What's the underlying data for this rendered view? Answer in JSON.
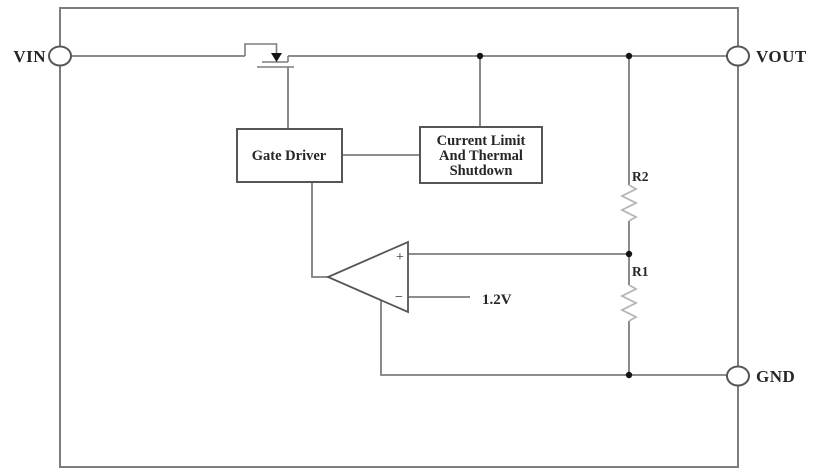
{
  "diagram": {
    "title": "ldo-regulator-block-diagram",
    "terminals": {
      "vin": "VIN",
      "vout": "VOUT",
      "gnd": "GND"
    },
    "blocks": {
      "gate_driver": "Gate Driver",
      "current_limit_line1": "Current Limit",
      "current_limit_line2": "And Thermal",
      "current_limit_line3": "Shutdown"
    },
    "opamp": {
      "plus_sign": "+",
      "minus_sign": "−",
      "reference_voltage": "1.2V"
    },
    "resistors": {
      "r2": "R2",
      "r1": "R1"
    }
  },
  "colors": {
    "background": "#ffffff",
    "wire": "#7d7d7d",
    "box_border": "#565656",
    "resistor": "#b5b5b5",
    "junction": "#141414",
    "text": "#262626"
  }
}
